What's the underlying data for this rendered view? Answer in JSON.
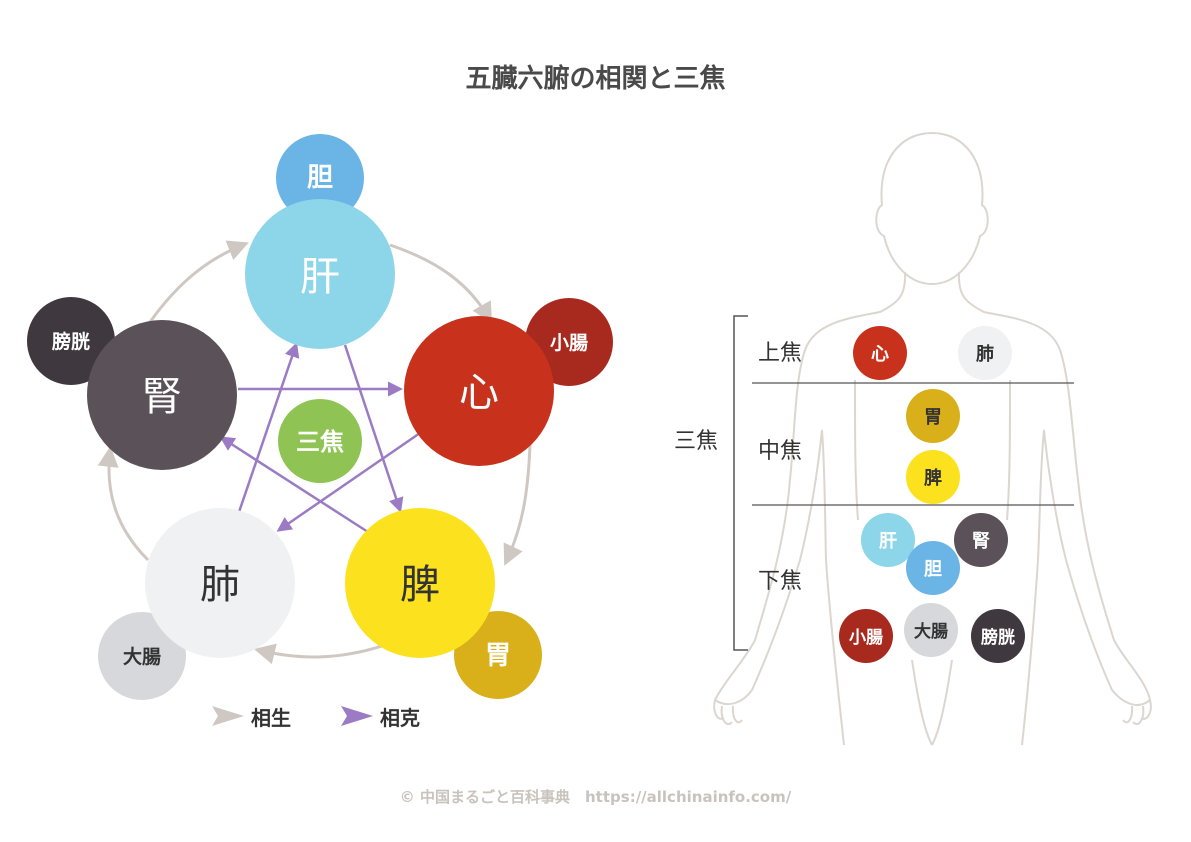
{
  "title": "五臓六腑の相関と三焦",
  "left": {
    "organs": {
      "liver": "肝",
      "heart": "心",
      "spleen": "脾",
      "lung": "肺",
      "kidney": "腎",
      "center": "三焦"
    },
    "fu": {
      "gallbladder": "胆",
      "small_intestine": "小腸",
      "stomach": "胃",
      "large_intestine": "大腸",
      "bladder": "膀胱"
    },
    "legend": {
      "generating": "相生",
      "controlling": "相克"
    }
  },
  "right": {
    "sanjiao_label": "三焦",
    "upper_label": "上焦",
    "middle_label": "中焦",
    "lower_label": "下焦",
    "upper": [
      "心",
      "肺"
    ],
    "middle": [
      "胃",
      "脾"
    ],
    "lower": [
      "肝",
      "腎",
      "胆",
      "小腸",
      "大腸",
      "膀胱"
    ]
  },
  "colors": {
    "liver": "#8dd6ea",
    "gallbladder": "#6bb4e6",
    "heart": "#c8321c",
    "small_intestine": "#a82a1e",
    "spleen": "#fce21e",
    "stomach": "#d9b01a",
    "lung": "#f0f1f3",
    "large_intestine": "#d6d8db",
    "kidney": "#5b5159",
    "bladder": "#3f383e",
    "center": "#8fc454",
    "generating_arrow": "#cfc8c2",
    "controlling_arrow": "#9b7cc4"
  },
  "footer": "© 中国まるごと百科事典　https://allchinainfo.com/"
}
